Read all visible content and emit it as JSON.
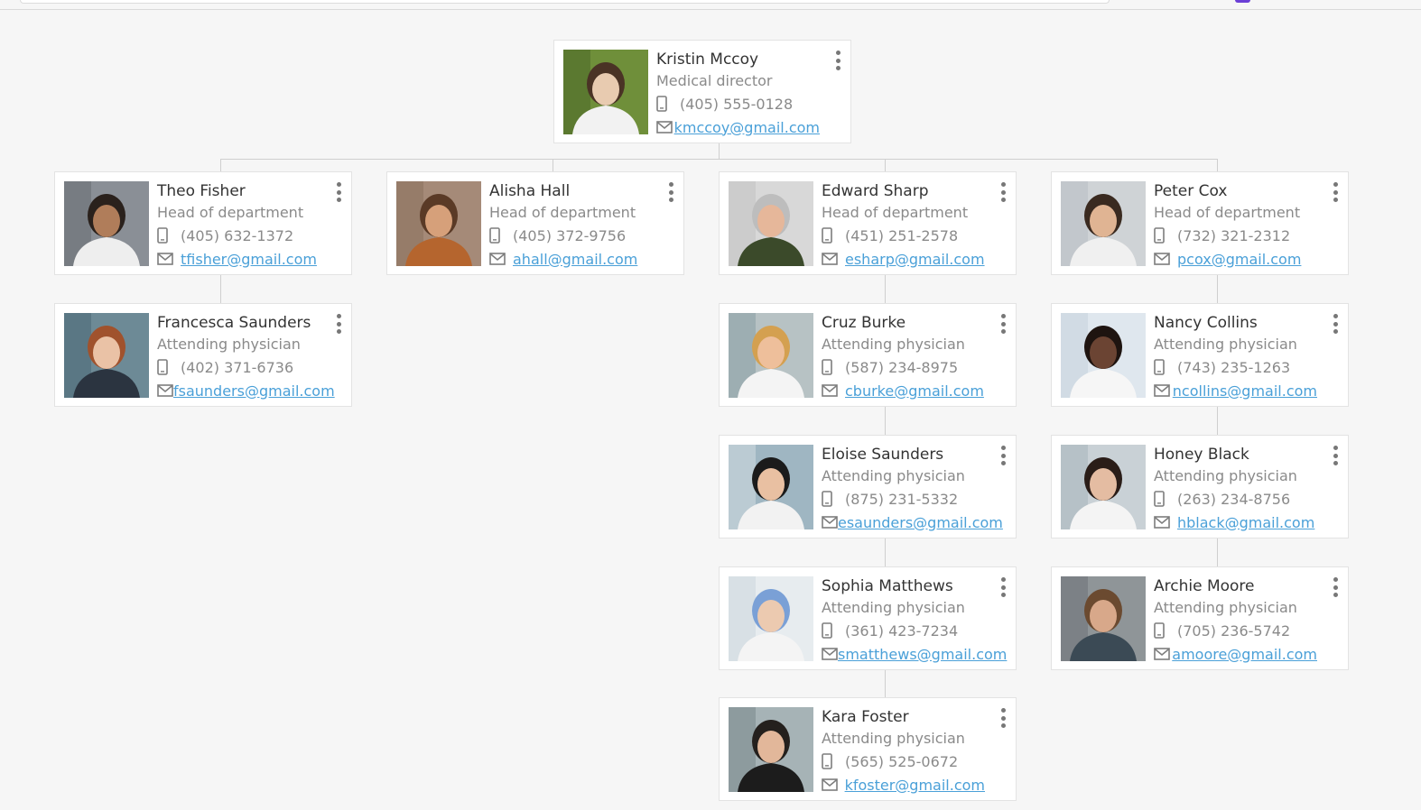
{
  "colors": {
    "accent": "#6b3fd6",
    "link": "#4aa0d8",
    "connector": "#cfcfcf"
  },
  "icons": {
    "phone": "mobile-phone-icon",
    "email": "envelope-icon",
    "menu": "more-vertical-icon"
  },
  "people": {
    "root": {
      "name": "Kristin Mccoy",
      "title": "Medical director",
      "phone": "(405) 555-0128",
      "email": "kmccoy@gmail.com"
    },
    "theo": {
      "name": "Theo Fisher",
      "title": "Head of department",
      "phone": "(405) 632-1372",
      "email": "tfisher@gmail.com"
    },
    "alisha": {
      "name": "Alisha Hall",
      "title": "Head of department",
      "phone": "(405) 372-9756",
      "email": "ahall@gmail.com"
    },
    "edward": {
      "name": "Edward Sharp",
      "title": "Head of department",
      "phone": "(451) 251-2578",
      "email": "esharp@gmail.com"
    },
    "peter": {
      "name": "Peter Cox",
      "title": "Head of department",
      "phone": "(732) 321-2312",
      "email": "pcox@gmail.com"
    },
    "francesca": {
      "name": "Francesca Saunders",
      "title": "Attending physician",
      "phone": "(402) 371-6736",
      "email": "fsaunders@gmail.com"
    },
    "cruz": {
      "name": "Cruz Burke",
      "title": "Attending physician",
      "phone": "(587) 234-8975",
      "email": "cburke@gmail.com"
    },
    "nancy": {
      "name": "Nancy Collins",
      "title": "Attending physician",
      "phone": "(743) 235-1263",
      "email": "ncollins@gmail.com"
    },
    "eloise": {
      "name": "Eloise Saunders",
      "title": "Attending physician",
      "phone": "(875) 231-5332",
      "email": "esaunders@gmail.com"
    },
    "honey": {
      "name": "Honey Black",
      "title": "Attending physician",
      "phone": "(263) 234-8756",
      "email": "hblack@gmail.com"
    },
    "sophia": {
      "name": "Sophia Matthews",
      "title": "Attending physician",
      "phone": "(361) 423-7234",
      "email": "smatthews@gmail.com"
    },
    "archie": {
      "name": "Archie Moore",
      "title": "Attending physician",
      "phone": "(705) 236-5742",
      "email": "amoore@gmail.com"
    },
    "kara": {
      "name": "Kara Foster",
      "title": "Attending physician",
      "phone": "(565) 525-0672",
      "email": "kfoster@gmail.com"
    }
  }
}
